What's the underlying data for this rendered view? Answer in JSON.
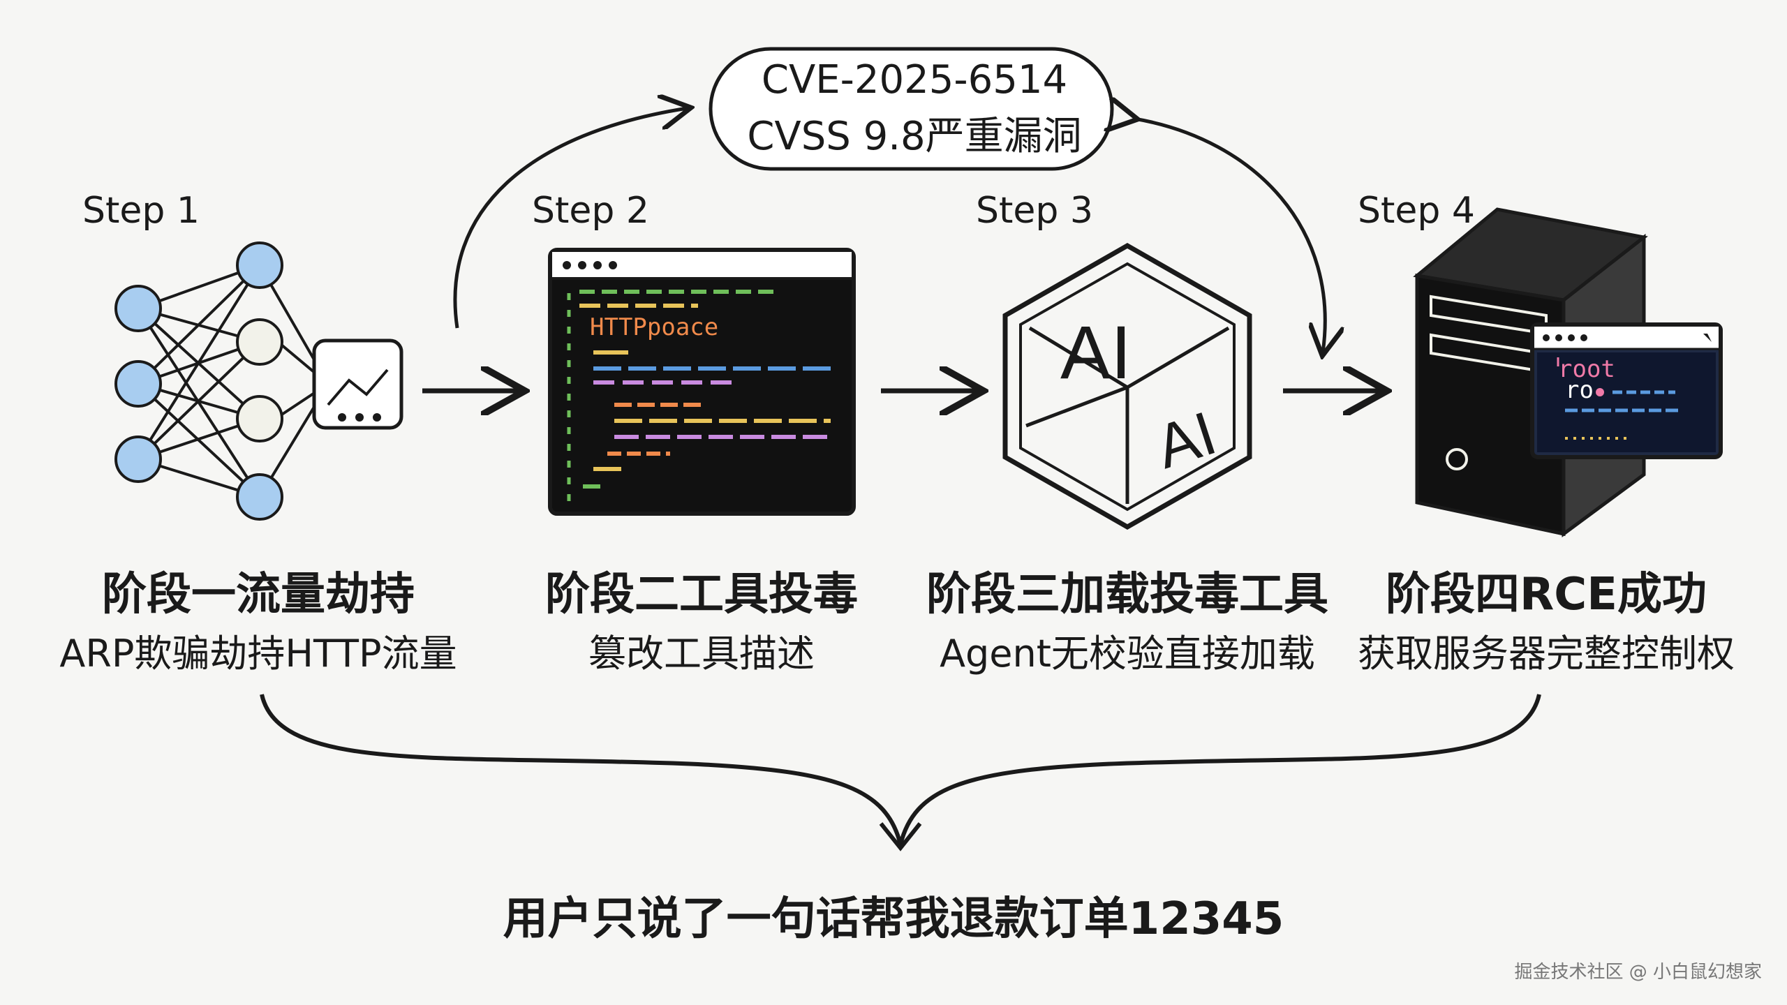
{
  "vulnerability": {
    "cve_id": "CVE-2025-6514",
    "severity": "CVSS 9.8严重漏洞"
  },
  "steps": [
    {
      "step_label": "Step 1",
      "title": "阶段一流量劫持",
      "description": "ARP欺骗劫持HTTP流量",
      "icon": "neural-network-icon"
    },
    {
      "step_label": "Step 2",
      "title": "阶段二工具投毒",
      "description": "篡改工具描述",
      "icon": "code-window-icon",
      "window_text": "HTTPpoace"
    },
    {
      "step_label": "Step 3",
      "title": "阶段三加载投毒工具",
      "description": "Agent无校验直接加载",
      "icon": "ai-cube-icon",
      "cube_text_top": "AI",
      "cube_text_side": "AI"
    },
    {
      "step_label": "Step 4",
      "title": "阶段四RCE成功",
      "description": "获取服务器完整控制权",
      "icon": "server-terminal-icon",
      "terminal_line1": "root",
      "terminal_line2": "ro"
    }
  ],
  "bottom_note": "用户只说了一句话帮我退款订单12345",
  "watermark": "掘金技术社区 @ 小白鼠幻想家",
  "colors": {
    "node_blue": "#a8cdf0",
    "node_white": "#f2f2ea",
    "code_green": "#6fbf5a",
    "code_orange": "#f08a4b",
    "code_yellow": "#e8c45a",
    "code_blue": "#5b9be0",
    "code_purple": "#c98be0",
    "terminal_pink": "#f07aa8",
    "ink": "#1a1a1a"
  }
}
